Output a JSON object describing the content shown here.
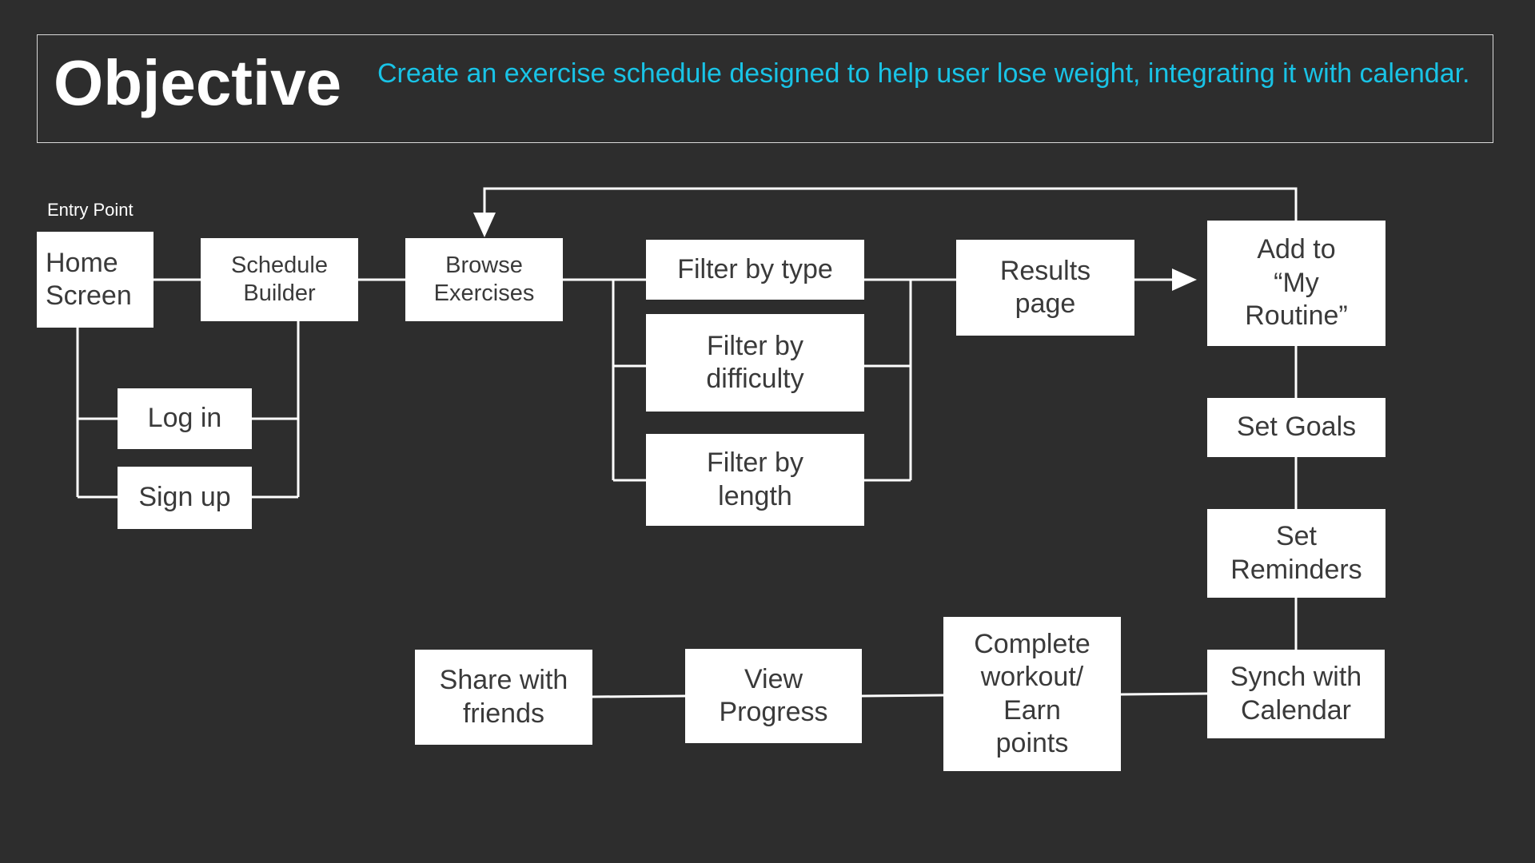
{
  "header": {
    "title": "Objective",
    "objective": "Create an exercise schedule designed to help user lose weight, integrating it with calendar."
  },
  "entry_label": "Entry Point",
  "nodes": {
    "home_screen": "Home\nScreen",
    "schedule_builder": "Schedule\nBuilder",
    "browse_exercises": "Browse\nExercises",
    "log_in": "Log in",
    "sign_up": "Sign up",
    "filter_type": "Filter by type",
    "filter_difficulty": "Filter by\ndifficulty",
    "filter_length": "Filter by\nlength",
    "results_page": "Results\npage",
    "add_to_routine": "Add to\n“My\nRoutine”",
    "set_goals": "Set Goals",
    "set_reminders": "Set\nReminders",
    "synch_calendar": "Synch with\nCalendar",
    "complete_workout": "Complete\nworkout/\nEarn\npoints",
    "view_progress": "View\nProgress",
    "share_friends": "Share with\nfriends"
  },
  "colors": {
    "background": "#2d2d2d",
    "accent": "#19c3e6",
    "node_fill": "#ffffff",
    "node_text": "#3a3a3a",
    "connector": "#ffffff"
  }
}
